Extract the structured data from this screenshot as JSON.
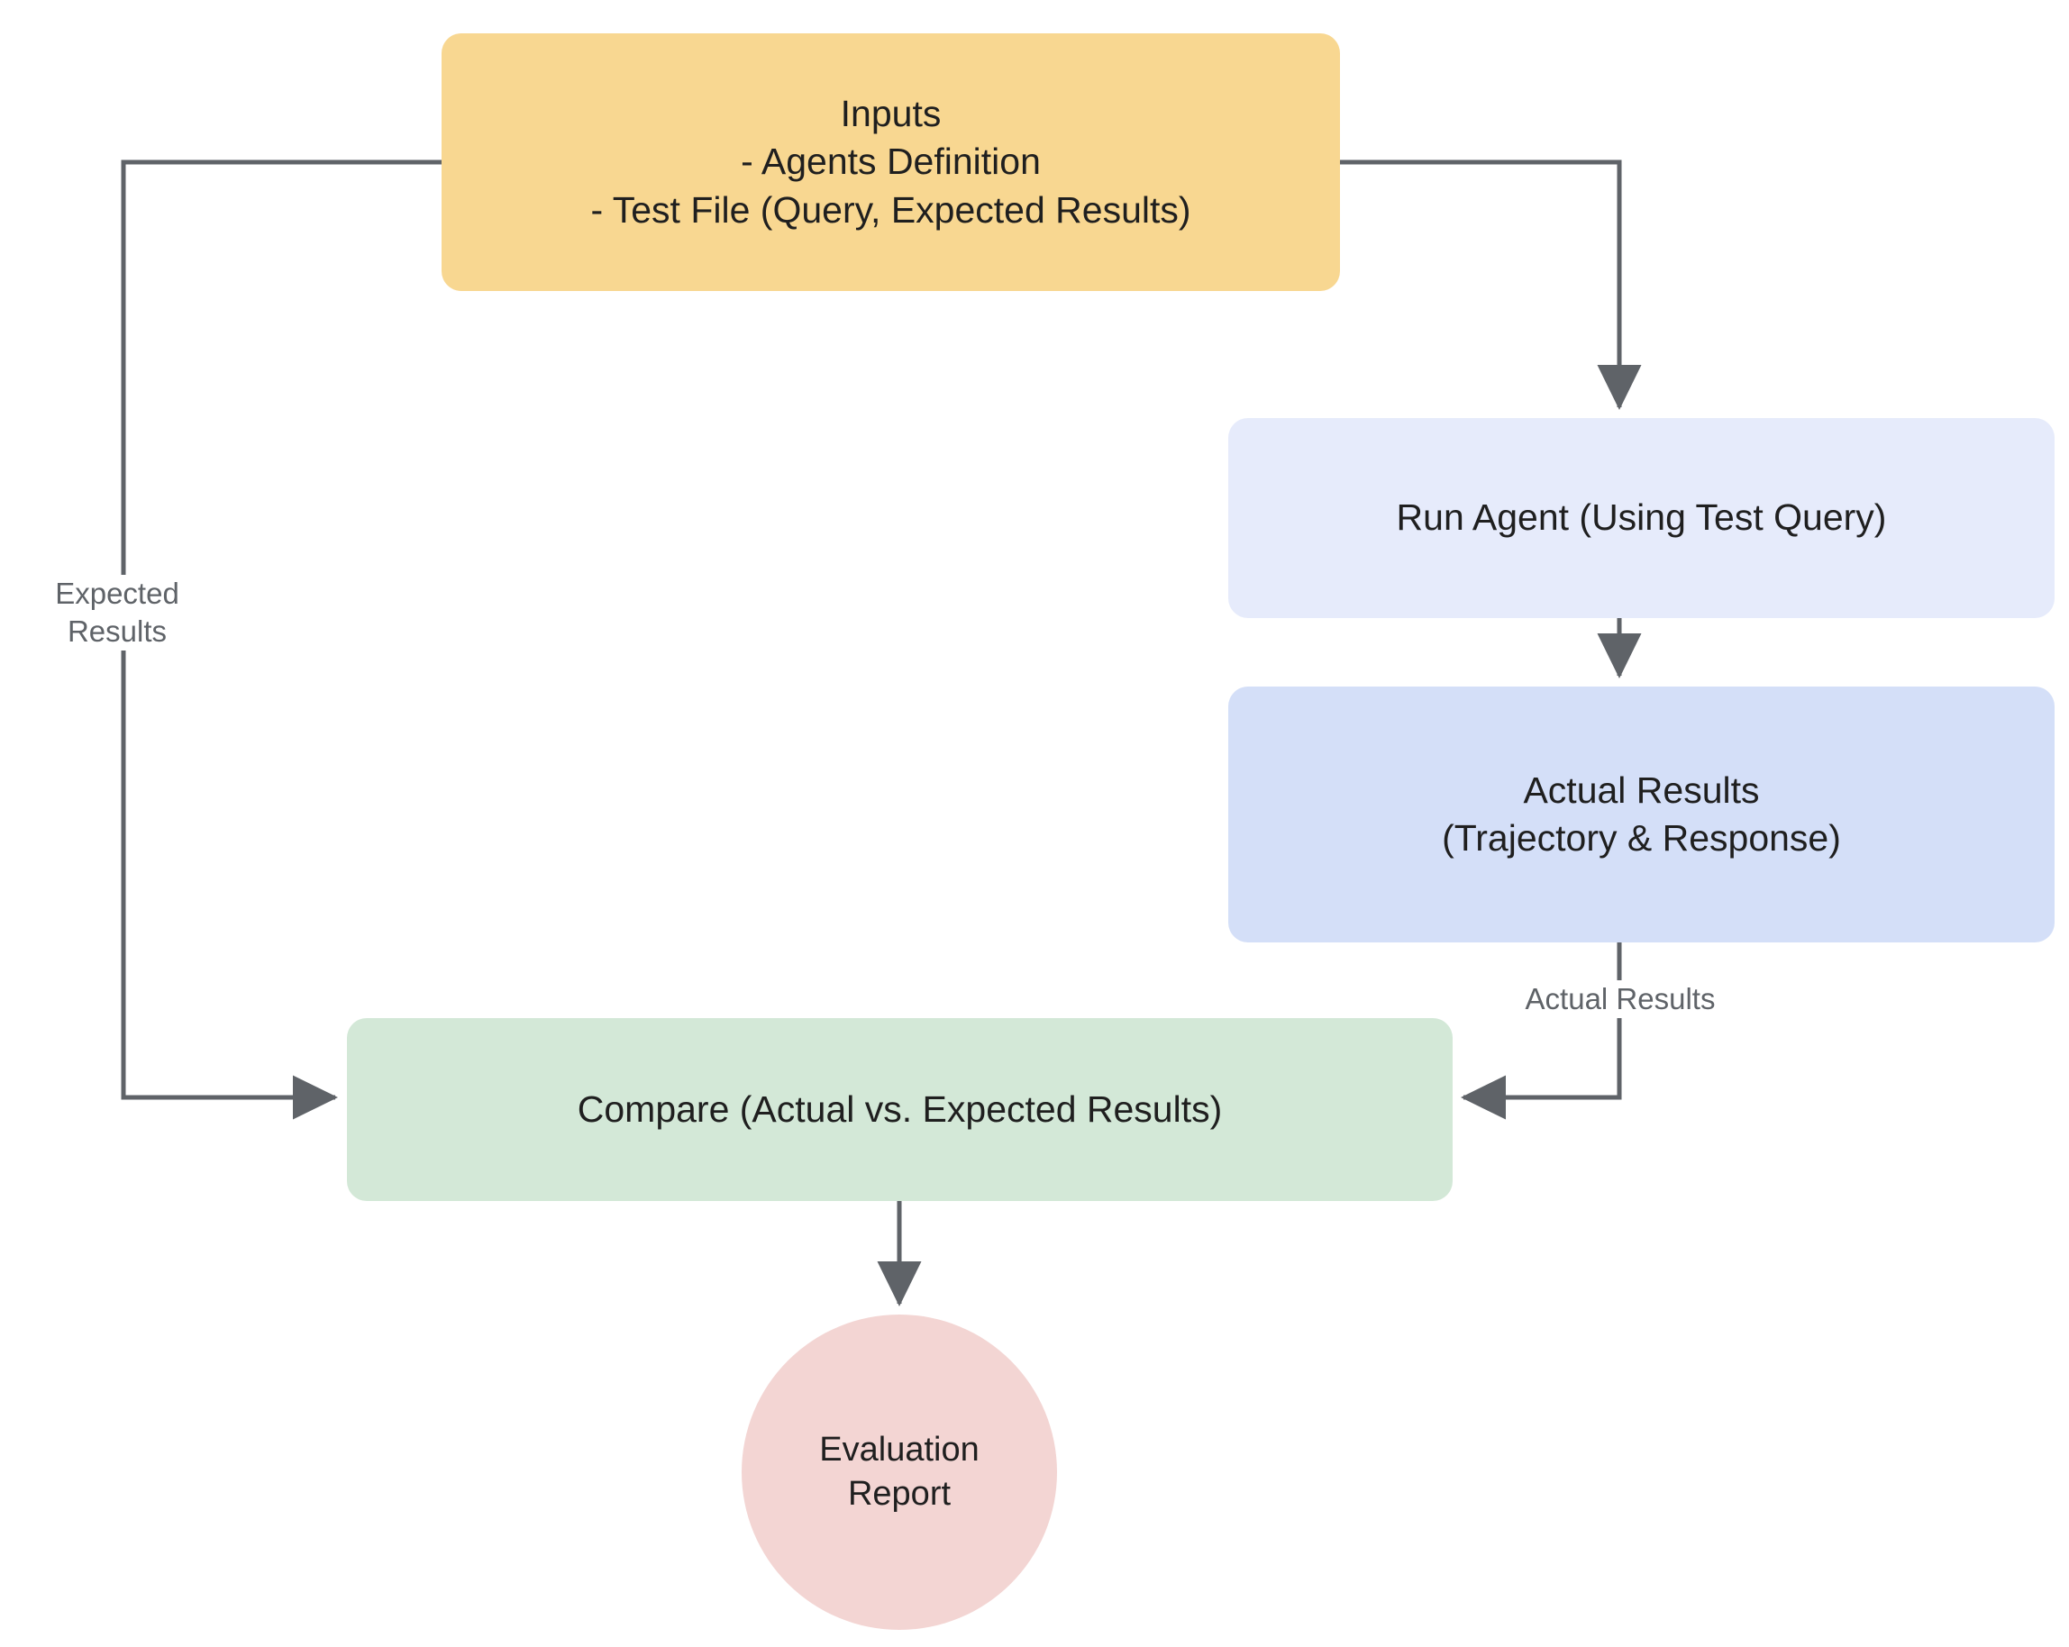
{
  "diagram": {
    "type": "flowchart",
    "background": "#ffffff",
    "edge_color": "#5f6368",
    "nodes": [
      {
        "id": "inputs",
        "label": "Inputs\n- Agents Definition\n- Test File (Query, Expected Results)",
        "shape": "rounded-rect",
        "color": "#f8d791"
      },
      {
        "id": "run-agent",
        "label": "Run Agent (Using Test Query)",
        "shape": "rounded-rect",
        "color": "#e6ebfb"
      },
      {
        "id": "actual-results",
        "label": "Actual Results\n(Trajectory & Response)",
        "shape": "rounded-rect",
        "color": "#d4dff8"
      },
      {
        "id": "compare",
        "label": "Compare (Actual vs. Expected Results)",
        "shape": "rounded-rect",
        "color": "#d3e8d7"
      },
      {
        "id": "evaluation-report",
        "label": "Evaluation\nReport",
        "shape": "circle",
        "color": "#f3d5d3"
      }
    ],
    "edges": [
      {
        "from": "inputs",
        "to": "compare",
        "label": "Expected\nResults"
      },
      {
        "from": "inputs",
        "to": "run-agent",
        "label": ""
      },
      {
        "from": "run-agent",
        "to": "actual-results",
        "label": ""
      },
      {
        "from": "actual-results",
        "to": "compare",
        "label": "Actual Results"
      },
      {
        "from": "compare",
        "to": "evaluation-report",
        "label": ""
      }
    ]
  }
}
